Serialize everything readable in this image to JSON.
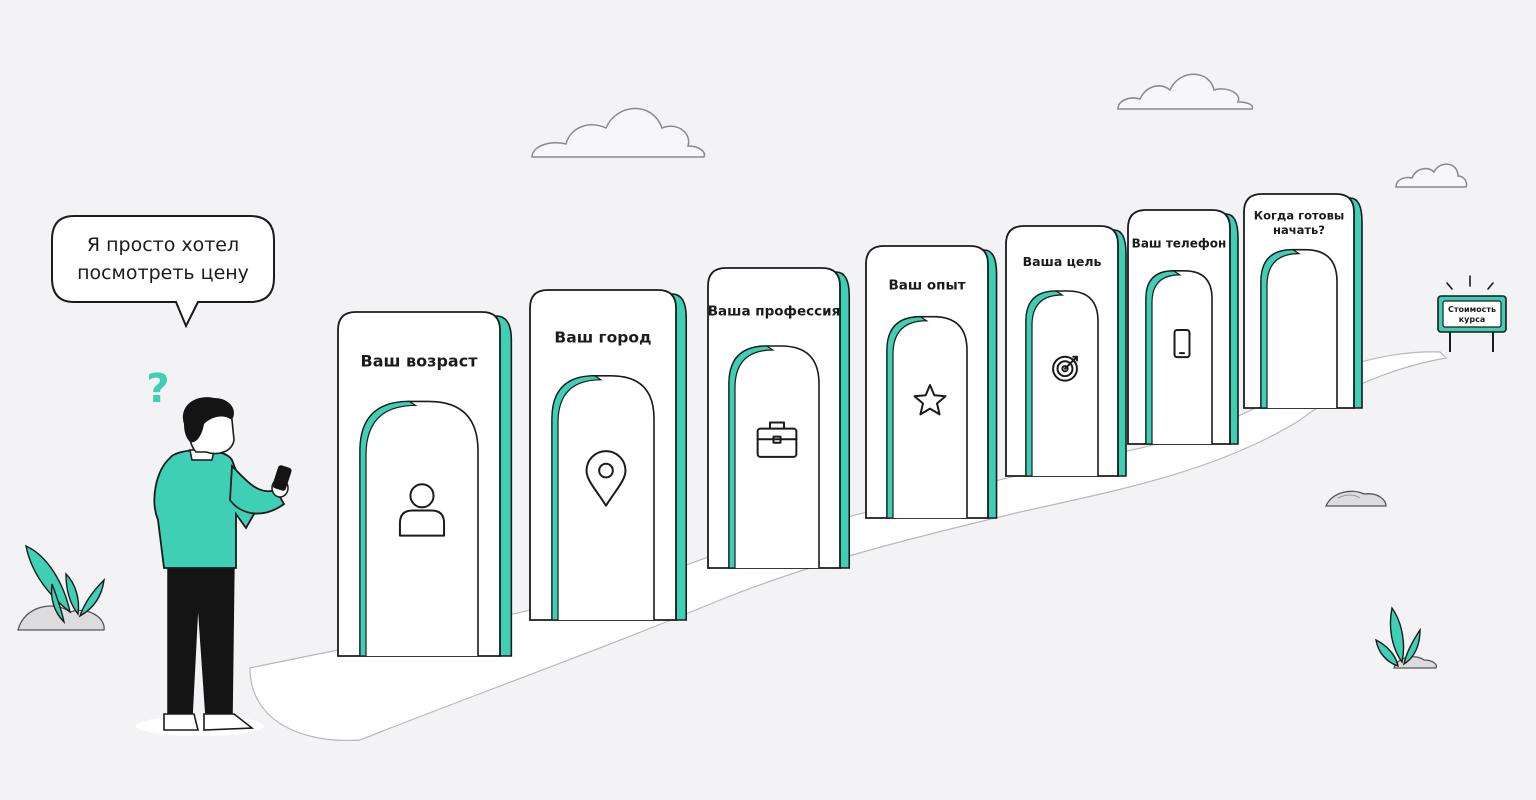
{
  "speech_bubble": {
    "line1": "Я просто хотел",
    "line2": "посмотреть цену"
  },
  "thought_mark": "?",
  "gates": [
    {
      "label": "Ваш возраст",
      "icon": "person-icon"
    },
    {
      "label": "Ваш город",
      "icon": "location-pin-icon"
    },
    {
      "label": "Ваша профессия",
      "icon": "briefcase-icon"
    },
    {
      "label": "Ваш опыт",
      "icon": "star-icon"
    },
    {
      "label": "Ваша цель",
      "icon": "target-icon"
    },
    {
      "label": "Ваш телефон",
      "icon": "phone-icon"
    },
    {
      "label_line1": "Когда готовы",
      "label_line2": "начать?",
      "icon": ""
    }
  ],
  "signpost": {
    "line1": "Стоимость",
    "line2": "курса"
  },
  "colors": {
    "accent": "#3fcfb4",
    "outline": "#1b1b1b",
    "background": "#f3f3f5",
    "path": "#ffffff"
  }
}
